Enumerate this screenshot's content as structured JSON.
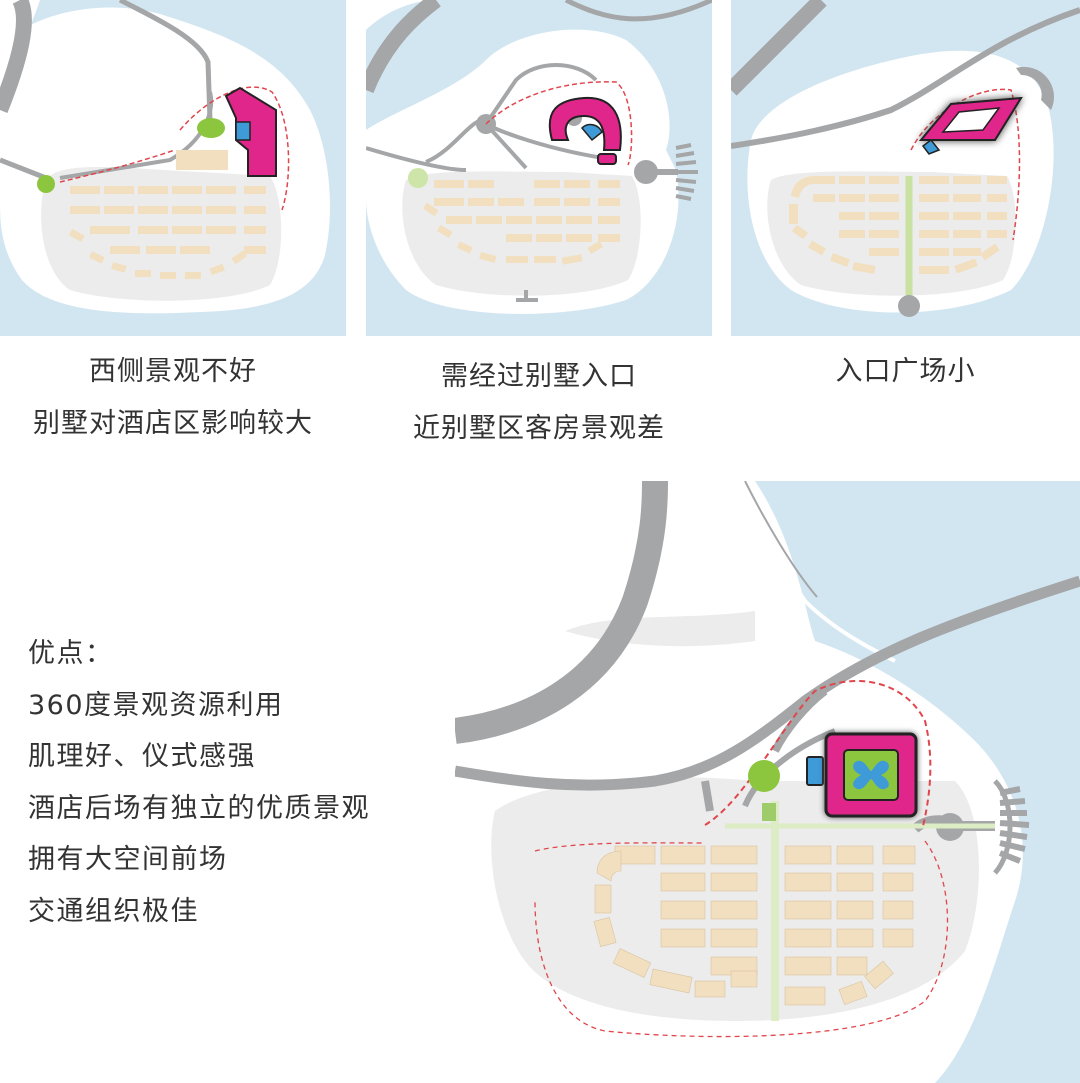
{
  "colors": {
    "water": "#d2e6f1",
    "land": "#ffffff",
    "site": "#ededed",
    "road": "#a4a6a8",
    "villa": "#f1dfbf",
    "hotel": "#e0268a",
    "glass": "#3f9ad8",
    "green": "#8cc63f",
    "boundary": "#e0464c"
  },
  "options": [
    {
      "lines": [
        "西侧景观不好",
        "别墅对酒店区影响较大"
      ]
    },
    {
      "lines": [
        "需经过别墅入口",
        "近别墅区客房景观差"
      ]
    },
    {
      "lines": [
        "入口广场小"
      ]
    }
  ],
  "advantages": {
    "heading": "优点：",
    "items": [
      "360度景观资源利用",
      "肌理好、仪式感强",
      "酒店后场有独立的优质景观",
      "拥有大空间前场",
      "交通组织极佳"
    ]
  }
}
